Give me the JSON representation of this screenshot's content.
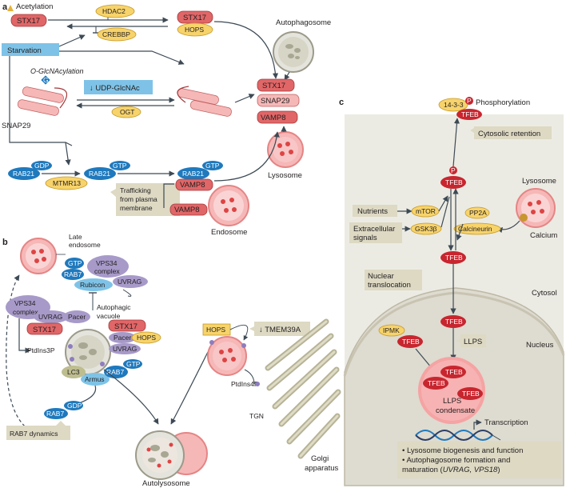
{
  "colors": {
    "box_blue": "#7ec3e7",
    "box_tan": "#ddd9c3",
    "pill_yellow": "#f7d36b",
    "stx_red": "#e06667",
    "tfeb_red": "#c8262f",
    "rab_blue": "#1f79bd",
    "vps_purple": "#a79ac9",
    "lc3_olive": "#bdbd8f",
    "lysosome_pink": "#f6b7b7",
    "autophagosome_grey": "#e5e4dc",
    "panel_c_bg": "#ecebe3",
    "nucleus_bg": "#dedbd0",
    "condensate_pink": "#f5a3a3"
  },
  "panel_a": {
    "letter": "a",
    "acetylation": "Acetylation",
    "stx17": "STX17",
    "hdac2": "HDAC2",
    "creebp": "CREBBP",
    "hops": "HOPS",
    "autophagosome": "Autophagosome",
    "starvation": "Starvation",
    "o_glcnacylation": "O-GlcNAcylation",
    "g_mark": "G",
    "udp_glcnac": "↓ UDP-GlcNAc",
    "snap29": "SNAP29",
    "ogt": "OGT",
    "vamp8": "VAMP8",
    "lysosome": "Lysosome",
    "rab21": "RAB21",
    "gdp": "GDP",
    "gtp": "GTP",
    "mtmr13": "MTMR13",
    "trafficking": [
      "Trafficking",
      "from plasma",
      "membrane"
    ],
    "endosome": "Endosome"
  },
  "panel_b": {
    "letter": "b",
    "late_endosome": [
      "Late",
      "endosome"
    ],
    "gtp": "GTP",
    "gdp": "GDP",
    "rab7": "RAB7",
    "vps34_complex": [
      "VPS34",
      "complex"
    ],
    "rubicon": "Rubicon",
    "uvrag": "UVRAG",
    "pacer": "Pacer",
    "autophagic_vacuole": [
      "Autophagic",
      "vacuole"
    ],
    "stx17": "STX17",
    "hops": "HOPS",
    "ptdins3p": "PtdIns3P",
    "ptdins4p": "PtdIns4P",
    "lc3": "LC3",
    "armus": "Armus",
    "tmem39a": "↓ TMEM39A",
    "tgn": "TGN",
    "golgi": [
      "Golgi",
      "apparatus"
    ],
    "rab7_dynamics": "RAB7 dynamics",
    "autolysosome": "Autolysosome"
  },
  "panel_c": {
    "letter": "c",
    "fourteen_three_three": "14-3-3",
    "p_mark": "P",
    "phosphorylation": "Phosphorylation",
    "tfeb": "TFEB",
    "cytosolic_retention": "Cytosolic retention",
    "lysosome": "Lysosome",
    "nutrients": "Nutrients",
    "extracellular_signals": [
      "Extracellular",
      "signals"
    ],
    "mtor": "mTOR",
    "gsk3b": "GSK3β",
    "pp2a": "PP2A",
    "calcineurin": "Calcineurin",
    "calcium": "Calcium",
    "nuclear_translocation": [
      "Nuclear",
      "translocation"
    ],
    "cytosol": "Cytosol",
    "nucleus": "Nucleus",
    "ipmk": "IPMK",
    "llps": "LLPS",
    "llps_condensate": [
      "LLPS",
      "condensate"
    ],
    "transcription": "Transcription",
    "outcome_1": "• Lysosome biogenesis and function",
    "outcome_2": "• Autophagosome formation and",
    "outcome_3_plain": "  maturation (",
    "outcome_3_italic": "UVRAG, VPS18",
    "outcome_3_end": ")"
  }
}
